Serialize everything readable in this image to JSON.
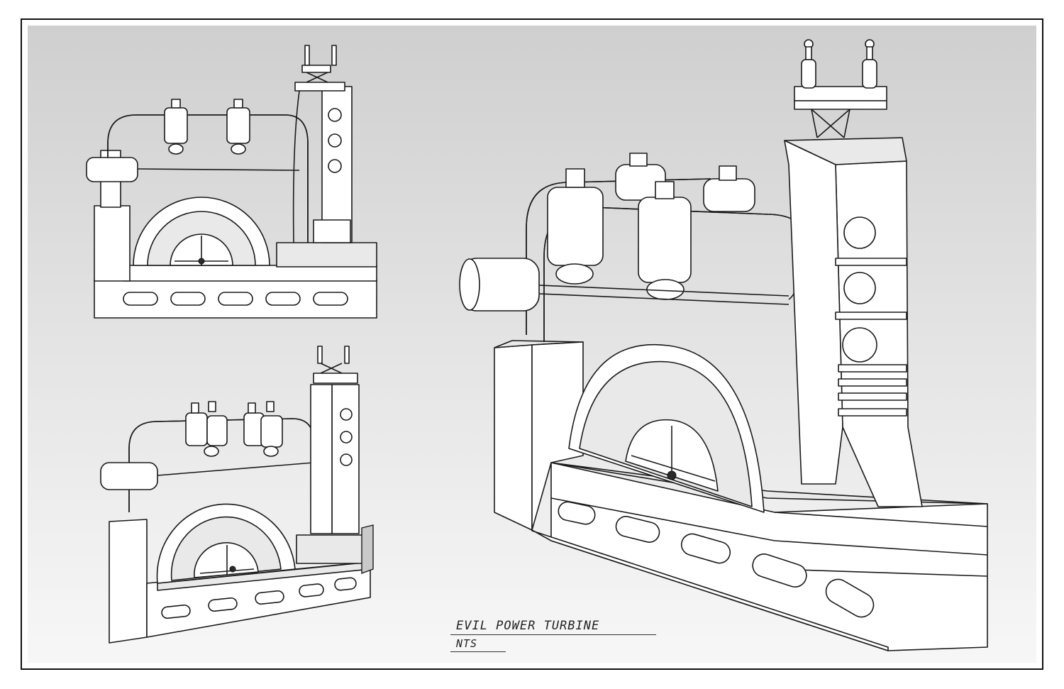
{
  "sheet": {
    "title": "EVIL POWER TURBINE",
    "scale_note": "NTS"
  },
  "views": [
    {
      "name": "elevation-view"
    },
    {
      "name": "three-quarter-view"
    },
    {
      "name": "perspective-view"
    }
  ],
  "colors": {
    "background_top": "#cfcfcf",
    "background_bottom": "#f7f7f7",
    "line_ink": "#1a1a1a",
    "frame": "#111111"
  }
}
